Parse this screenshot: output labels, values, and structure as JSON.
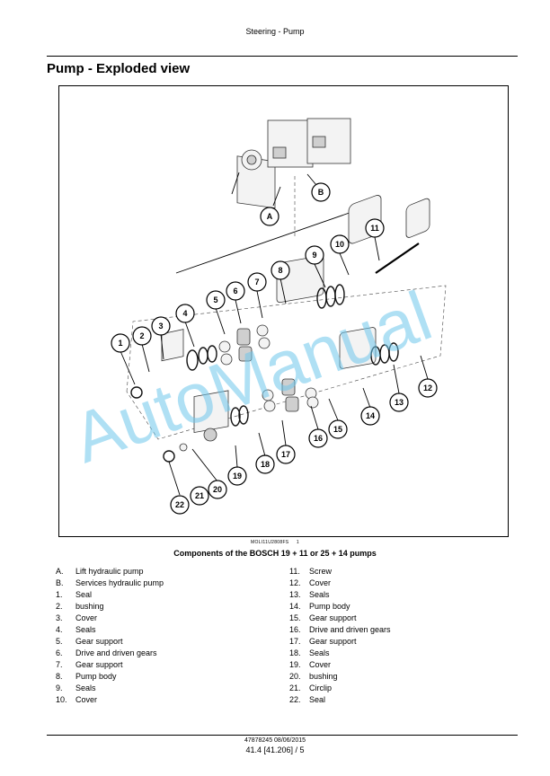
{
  "header": {
    "running_title": "Steering - Pump"
  },
  "page": {
    "title": "Pump - Exploded view"
  },
  "figure": {
    "watermark": "AutoManual",
    "ref_code": "MOLI11U2808FS",
    "number": "1",
    "caption": "Components of the BOSCH 19 + 11 or 25 + 14 pumps",
    "callouts": {
      "A": "A",
      "B": "B",
      "c1": "1",
      "c2": "2",
      "c3": "3",
      "c4": "4",
      "c5": "5",
      "c6": "6",
      "c7": "7",
      "c8": "8",
      "c9": "9",
      "c10": "10",
      "c11": "11",
      "c12": "12",
      "c13": "13",
      "c14": "14",
      "c15": "15",
      "c16": "16",
      "c17": "17",
      "c18": "18",
      "c19": "19",
      "c20": "20",
      "c21": "21",
      "c22": "22"
    }
  },
  "legend": {
    "left": [
      {
        "key": "A.",
        "label": "Lift hydraulic pump"
      },
      {
        "key": "B.",
        "label": "Services hydraulic pump"
      },
      {
        "key": "1.",
        "label": "Seal"
      },
      {
        "key": "2.",
        "label": "bushing"
      },
      {
        "key": "3.",
        "label": "Cover"
      },
      {
        "key": "4.",
        "label": "Seals"
      },
      {
        "key": "5.",
        "label": "Gear support"
      },
      {
        "key": "6.",
        "label": "Drive and driven gears"
      },
      {
        "key": "7.",
        "label": "Gear support"
      },
      {
        "key": "8.",
        "label": "Pump body"
      },
      {
        "key": "9.",
        "label": "Seals"
      },
      {
        "key": "10.",
        "label": "Cover"
      }
    ],
    "right": [
      {
        "key": "11.",
        "label": "Screw"
      },
      {
        "key": "12.",
        "label": "Cover"
      },
      {
        "key": "13.",
        "label": "Seals"
      },
      {
        "key": "14.",
        "label": "Pump body"
      },
      {
        "key": "15.",
        "label": "Gear support"
      },
      {
        "key": "16.",
        "label": "Drive and driven gears"
      },
      {
        "key": "17.",
        "label": "Gear support"
      },
      {
        "key": "18.",
        "label": "Seals"
      },
      {
        "key": "19.",
        "label": "Cover"
      },
      {
        "key": "20.",
        "label": "bushing"
      },
      {
        "key": "21.",
        "label": "Circlip"
      },
      {
        "key": "22.",
        "label": "Seal"
      }
    ]
  },
  "footer": {
    "doc_ref": "47878245 08/06/2015",
    "page_ref": "41.4 [41.206] / 5"
  }
}
